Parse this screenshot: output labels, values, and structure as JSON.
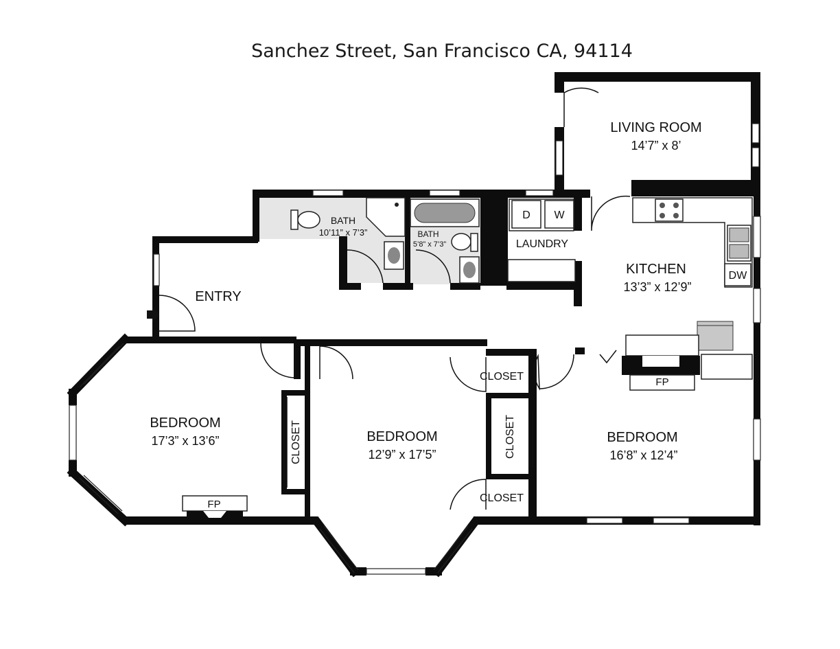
{
  "title": "Sanchez Street, San Francisco CA, 94114",
  "rooms": {
    "living": {
      "name": "LIVING ROOM",
      "dims": "14’7” x 8’"
    },
    "bath1": {
      "name": "BATH",
      "dims": "10’11” x 7’3”"
    },
    "bath2": {
      "name": "BATH",
      "dims": "5’8” x 7’3”"
    },
    "laundry": {
      "name": "LAUNDRY"
    },
    "kitchen": {
      "name": "KITCHEN",
      "dims": "13’3” x 12’9”"
    },
    "entry": {
      "name": "ENTRY"
    },
    "bedroom1": {
      "name": "BEDROOM",
      "dims": "17’3” x 13’6”"
    },
    "bedroom2": {
      "name": "BEDROOM",
      "dims": "12’9” x 17’5”"
    },
    "bedroom3": {
      "name": "BEDROOM",
      "dims": "16’8” x 12’4”"
    }
  },
  "labels": {
    "closet": "CLOSET",
    "fireplace": "FP",
    "dryer": "D",
    "washer": "W",
    "dishwasher": "DW"
  }
}
